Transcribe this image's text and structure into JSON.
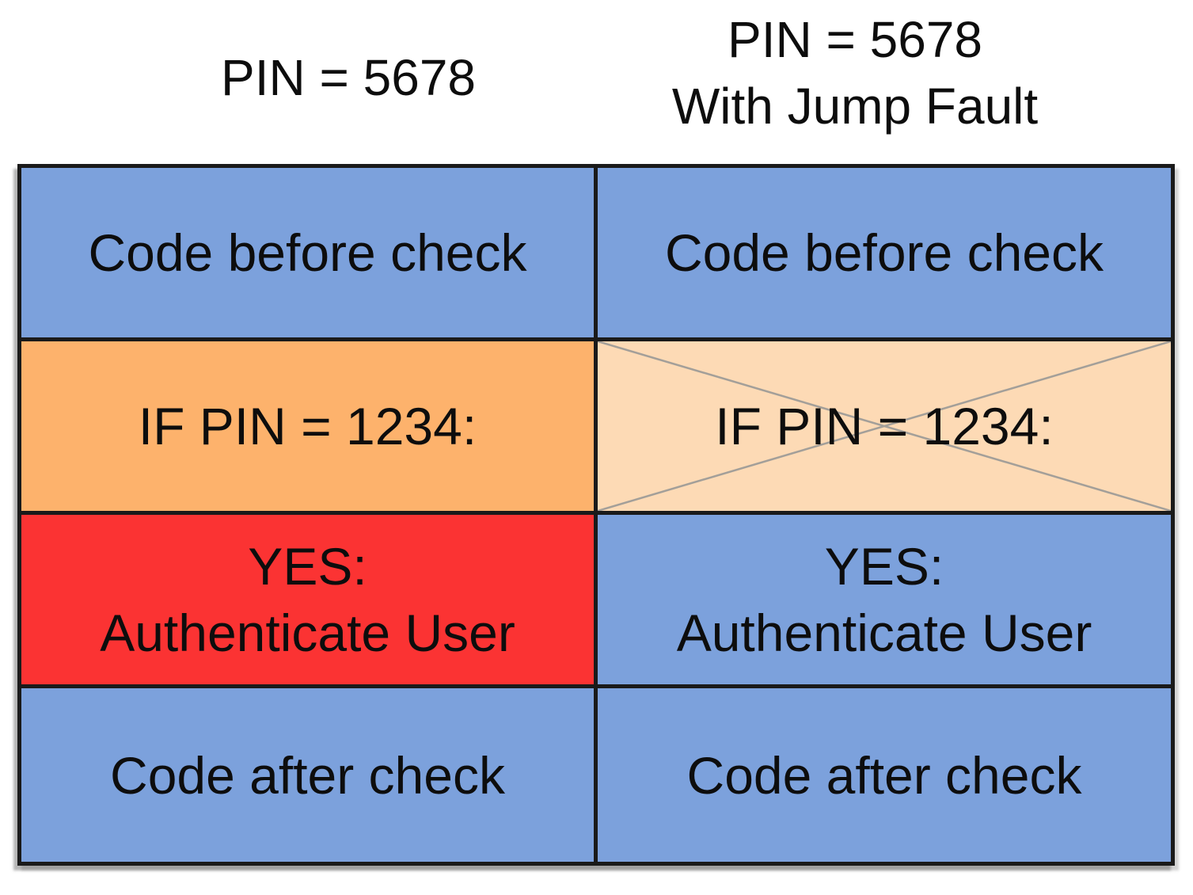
{
  "titles": {
    "left": "PIN = 5678",
    "right_line1": "PIN = 5678",
    "right_line2": "With Jump Fault"
  },
  "colors": {
    "blue": "#7ca1dc",
    "orange": "#fdb26c",
    "peach": "#fddab5",
    "red": "#fb3333",
    "border": "#1a1a1a",
    "cross": "#a39f99",
    "text": "#0d0d0d"
  },
  "table": {
    "left_column": {
      "title": "PIN = 5678",
      "rows": [
        {
          "text": "Code before check",
          "bg": "blue"
        },
        {
          "text": "IF PIN = 1234:",
          "bg": "orange"
        },
        {
          "text": "YES:\nAuthenticate User",
          "bg": "red"
        },
        {
          "text": "Code after check",
          "bg": "blue"
        }
      ]
    },
    "right_column": {
      "title": "PIN = 5678 With Jump Fault",
      "rows": [
        {
          "text": "Code before check",
          "bg": "blue"
        },
        {
          "text": "IF PIN = 1234:",
          "bg": "peach",
          "crossed_out": true
        },
        {
          "text": "YES:\nAuthenticate User",
          "bg": "blue"
        },
        {
          "text": "Code after check",
          "bg": "blue"
        }
      ]
    }
  }
}
